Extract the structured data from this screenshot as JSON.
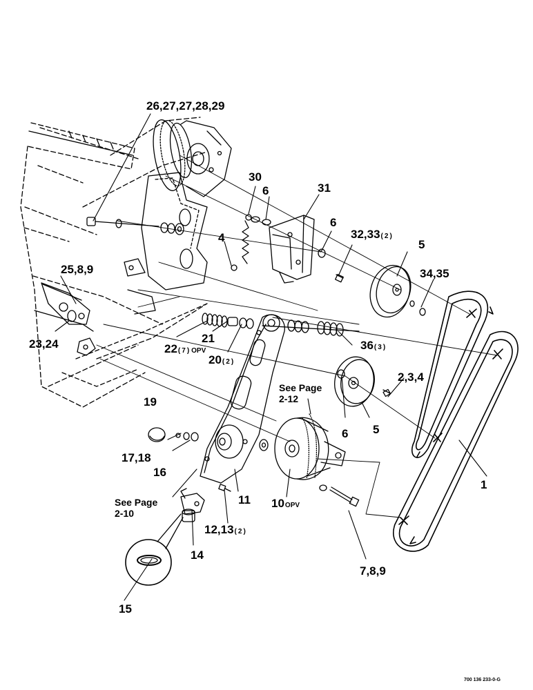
{
  "callouts": {
    "c26": "26,27,27,28,29",
    "c30": "30",
    "c6a": "6",
    "c31": "31",
    "c6b": "6",
    "c32": "32,33",
    "c32_qty": "(2)",
    "c5a": "5",
    "c34": "34,35",
    "c4": "4",
    "c25": "25,8,9",
    "c23": "23,24",
    "c22": "22",
    "c22_qty": "(7)",
    "c22_opv": "OPV",
    "c21": "21",
    "c20": "20",
    "c20_qty": "(2)",
    "c36": "36",
    "c36_qty": "(3)",
    "c234": "2,3,4",
    "c6c": "6",
    "c5b": "5",
    "c19": "19",
    "c1718": "17,18",
    "c16": "16",
    "c1": "1",
    "c11": "11",
    "c10": "10",
    "c10_opv": "OPV",
    "c1213": "12,13",
    "c1213_qty": "(2)",
    "c14": "14",
    "c15": "15",
    "c789": "7,8,9"
  },
  "notes": {
    "page212_line1": "See Page",
    "page212_line2": "2-12",
    "page210_line1": "See Page",
    "page210_line2": "2-10"
  },
  "figure_id": "700 136 233-0-G"
}
